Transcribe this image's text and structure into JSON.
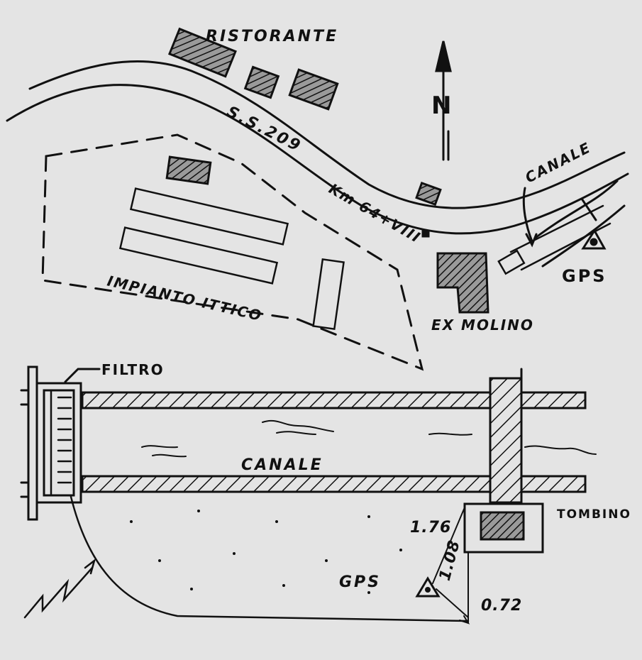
{
  "top_map": {
    "labels": {
      "restaurant": "RISTORANTE",
      "road": "S.S.209",
      "km": "Km 64+VIII",
      "canal": "CANALE",
      "gps": "GPS",
      "mill": "EX MOLINO",
      "fish_plant": "IMPIANTO ITTICO"
    },
    "north_symbol": "N"
  },
  "bottom_detail": {
    "labels": {
      "filter": "FILTRO",
      "canal": "CANALE",
      "culvert": "TOMBINO",
      "gps": "GPS"
    },
    "measurements": {
      "m1": "1.76",
      "m2": "1.08",
      "m3": "0.72"
    }
  },
  "colors": {
    "ink": "#111111",
    "paper": "#e4e4e4",
    "hatch_fill": "#555555"
  }
}
